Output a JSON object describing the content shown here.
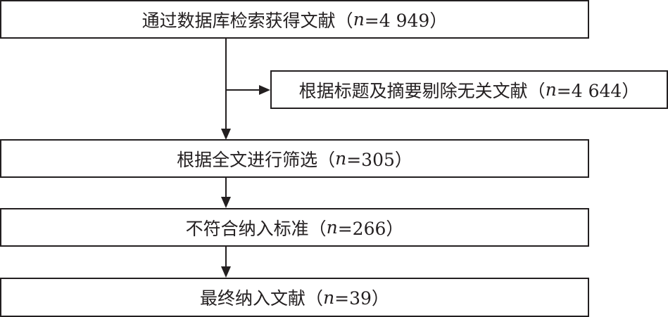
{
  "boxes": [
    {
      "label": "通过数据库检索获得文献（",
      "n": "n",
      "value": "=4 949）"
    },
    {
      "label": "根据标题及摘要剔除无关文献（",
      "n": "n",
      "value": "=4 644）"
    },
    {
      "label": "根据全文进行筛选（",
      "n": "n",
      "value": "=305）"
    },
    {
      "label": "不符合纳入标准（",
      "n": "n",
      "value": "=266）"
    },
    {
      "label": "最终纳入文献（",
      "n": "n",
      "value": "=39）"
    }
  ]
}
